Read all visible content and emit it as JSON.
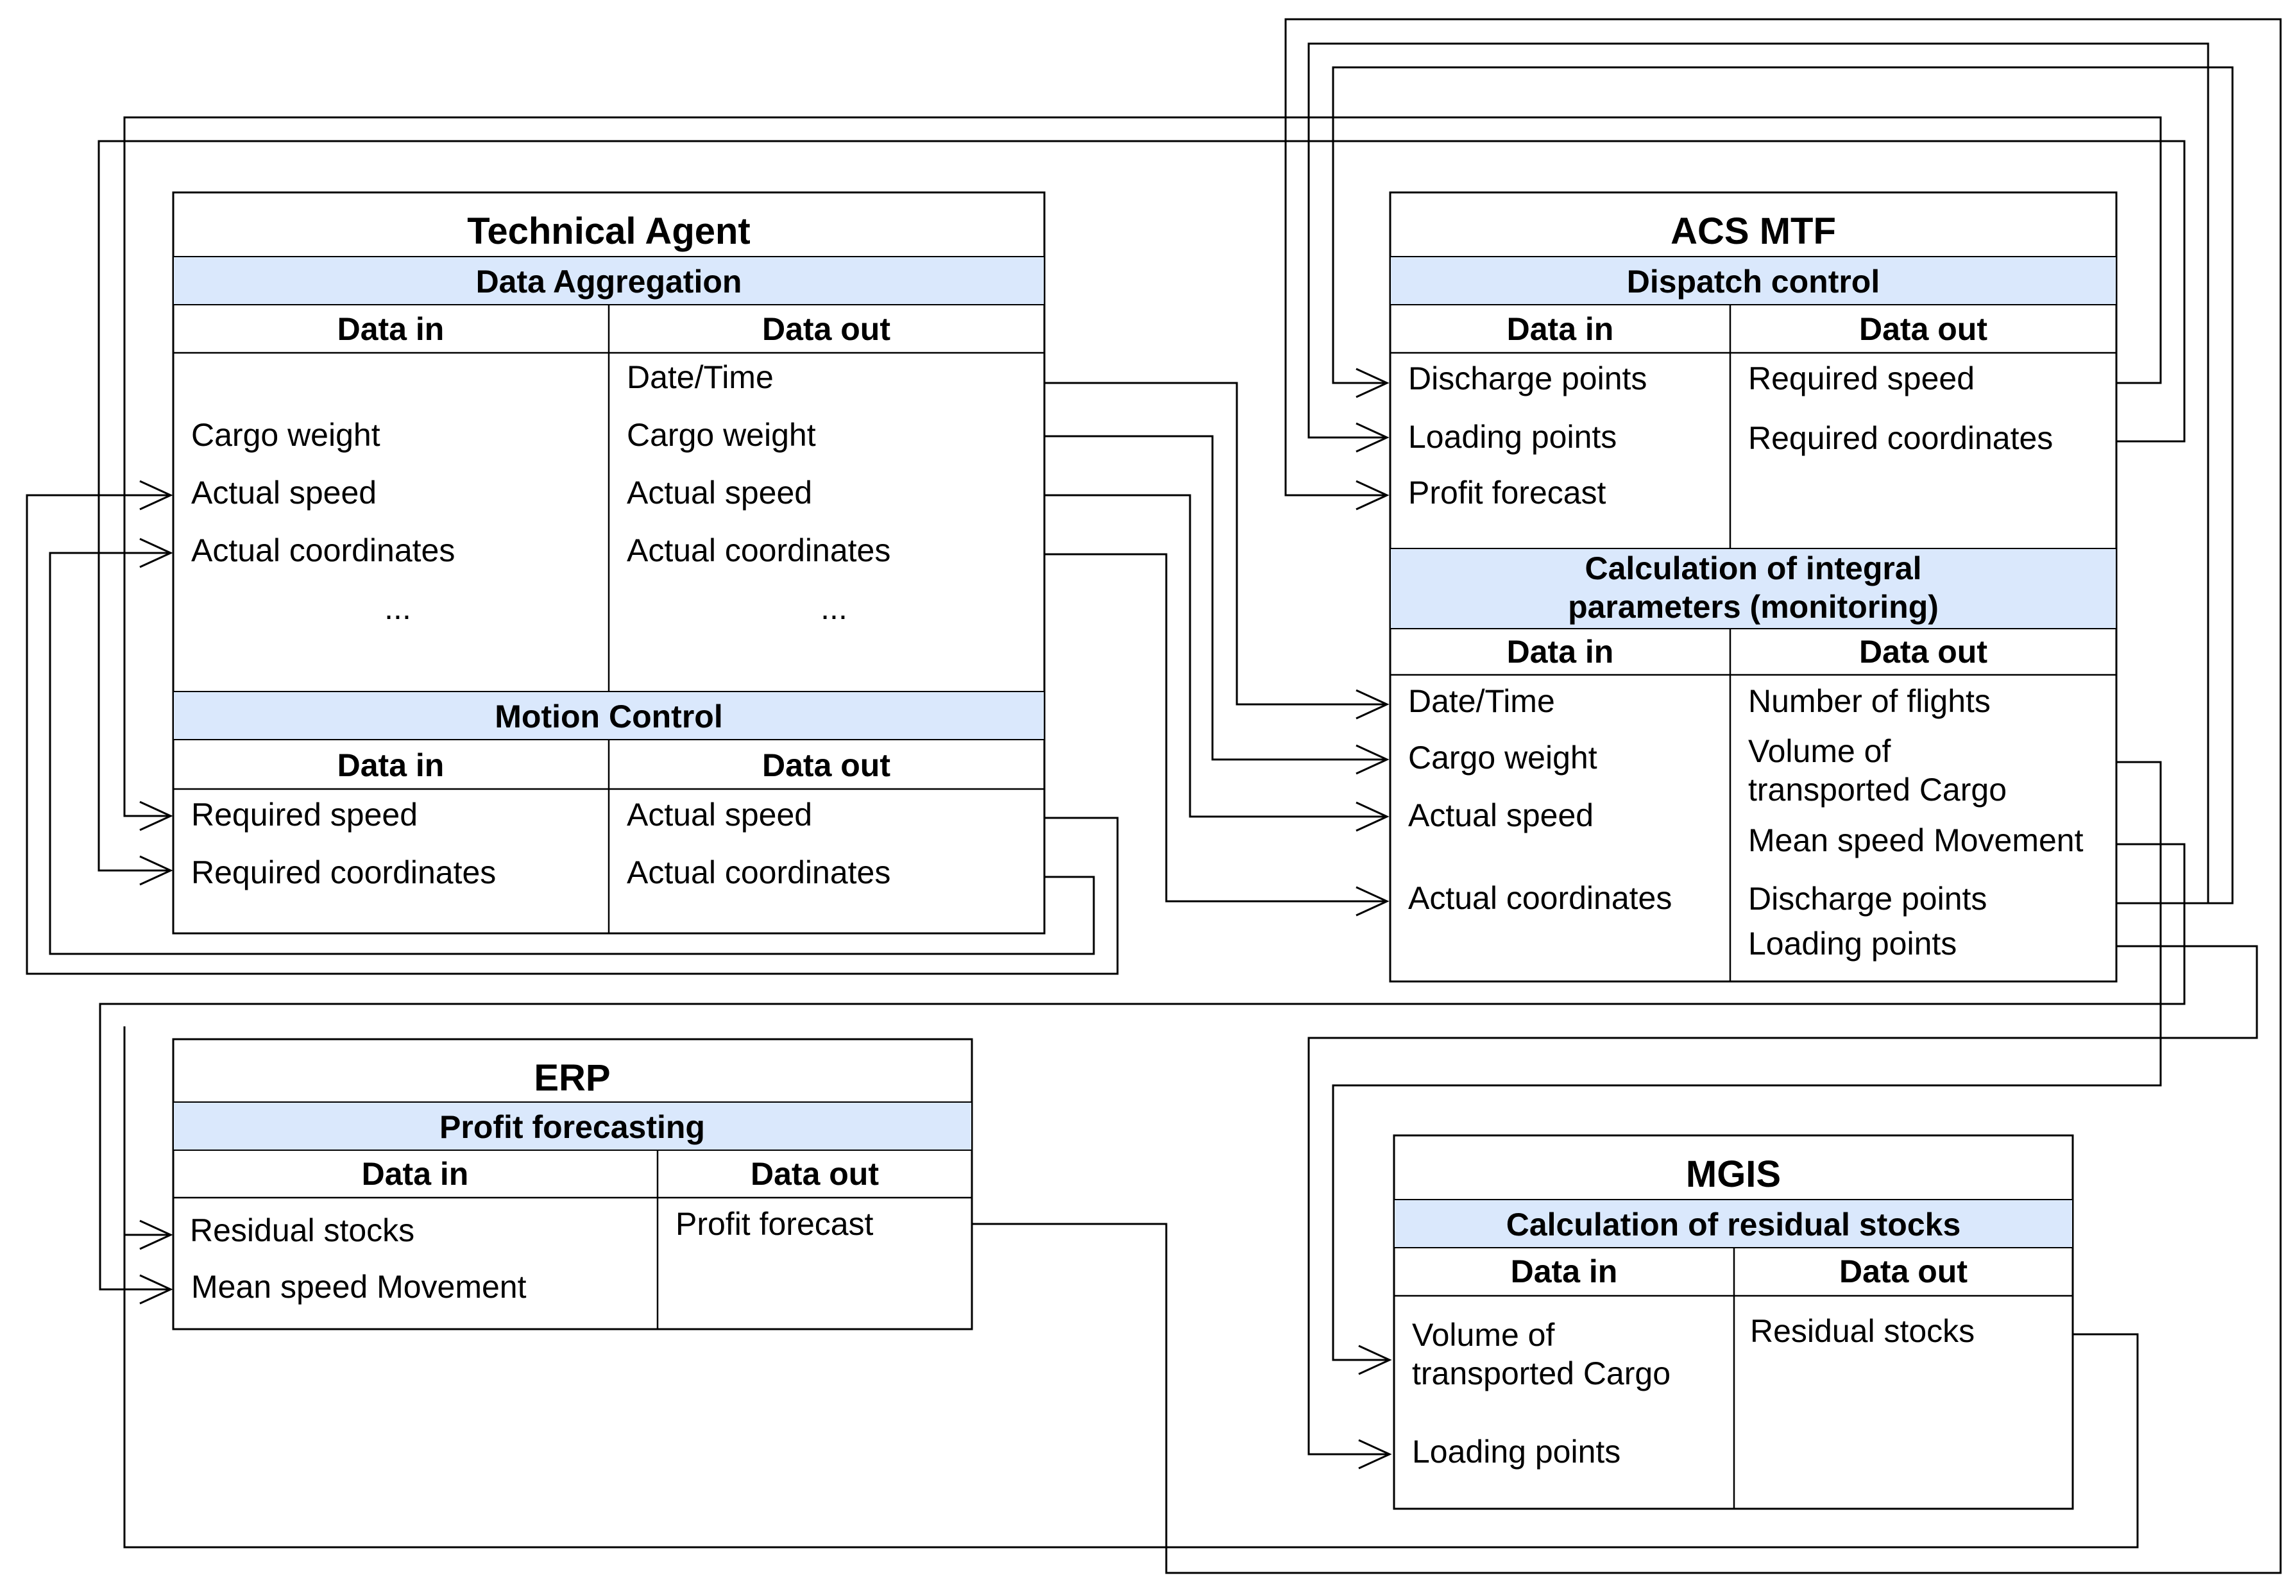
{
  "technical_agent": {
    "title": "Technical Agent",
    "data_aggregation": {
      "header": "Data Aggregation",
      "col_in": "Data in",
      "col_out": "Data out",
      "in_items": [
        "Cargo weight",
        "Actual speed",
        "Actual coordinates",
        "..."
      ],
      "out_items": [
        "Date/Time",
        "Cargo weight",
        "Actual speed",
        "Actual coordinates",
        "..."
      ]
    },
    "motion_control": {
      "header": "Motion Control",
      "col_in": "Data in",
      "col_out": "Data out",
      "in_items": [
        "Required speed",
        "Required coordinates"
      ],
      "out_items": [
        "Actual speed",
        "Actual coordinates"
      ]
    }
  },
  "acs_mtf": {
    "title": "ACS MTF",
    "dispatch_control": {
      "header": "Dispatch control",
      "col_in": "Data in",
      "col_out": "Data out",
      "in_items": [
        "Discharge points",
        "Loading points",
        "Profit forecast"
      ],
      "out_items": [
        "Required speed",
        "Required coordinates"
      ]
    },
    "monitoring": {
      "header_line1": "Calculation of integral",
      "header_line2": "parameters (monitoring)",
      "col_in": "Data in",
      "col_out": "Data out",
      "in_items": [
        "Date/Time",
        "Cargo weight",
        "Actual speed",
        "Actual coordinates"
      ],
      "out_items": [
        "Number of flights",
        "Volume of",
        "transported Cargo",
        "Mean speed Movement",
        "Discharge points",
        "Loading points"
      ]
    }
  },
  "erp": {
    "title": "ERP",
    "profit_forecasting": {
      "header": "Profit forecasting",
      "col_in": "Data in",
      "col_out": "Data out",
      "in_items": [
        "Residual stocks",
        "Mean speed Movement"
      ],
      "out_items": [
        "Profit forecast"
      ]
    }
  },
  "mgis": {
    "title": "MGIS",
    "residual_stocks": {
      "header": "Calculation of residual stocks",
      "col_in": "Data in",
      "col_out": "Data out",
      "in_items": [
        "Volume of",
        "transported Cargo",
        "Loading points"
      ],
      "out_items": [
        "Residual stocks"
      ]
    }
  }
}
